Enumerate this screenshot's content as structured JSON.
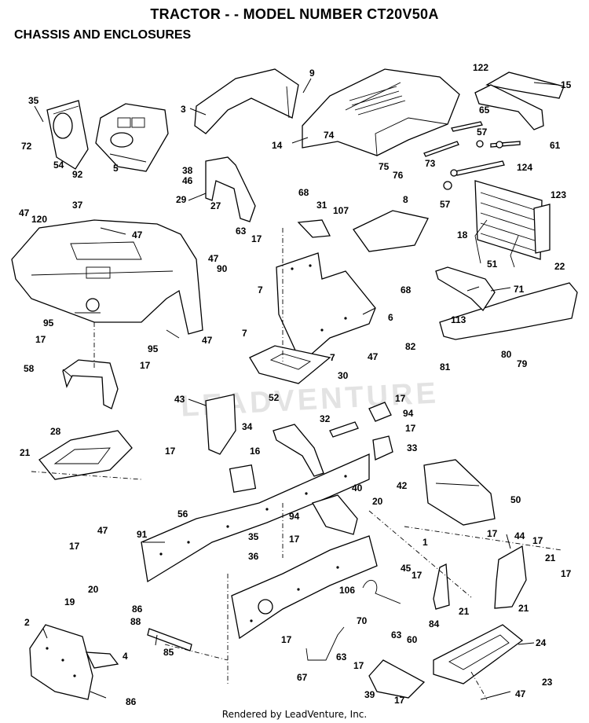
{
  "header": {
    "title": "TRACTOR - - MODEL NUMBER CT20V50A",
    "subtitle": "CHASSIS AND ENCLOSURES"
  },
  "watermark": "LEADVENTURE",
  "footer": "Rendered by LeadVenture, Inc.",
  "callouts": {
    "c35a": "35",
    "c72": "72",
    "c54": "54",
    "c92": "92",
    "c5": "5",
    "c3": "3",
    "c9": "9",
    "c14": "14",
    "c74": "74",
    "c75": "75",
    "c76": "76",
    "c107": "107",
    "c122": "122",
    "c15": "15",
    "c61": "61",
    "c65": "65",
    "c57a": "57",
    "c73": "73",
    "c57b": "57",
    "c124": "124",
    "c123": "123",
    "c18": "18",
    "c38": "38",
    "c46": "46",
    "c29": "29",
    "c27": "27",
    "c63a": "63",
    "c17a": "17",
    "c47a": "47",
    "c120": "120",
    "c37": "37",
    "c47b": "47",
    "c47c": "47",
    "c90": "90",
    "c68a": "68",
    "c31": "31",
    "c8": "8",
    "c68b": "68",
    "c51": "51",
    "c22": "22",
    "c71": "71",
    "c113": "113",
    "c82": "82",
    "c80": "80",
    "c81": "81",
    "c79": "79",
    "c7a": "7",
    "c6": "6",
    "c7b": "7",
    "c7c": "7",
    "c47d": "47",
    "c30": "30",
    "c95a": "95",
    "c17b": "17",
    "c95b": "95",
    "c17c": "17",
    "c47e": "47",
    "c58": "58",
    "c43": "43",
    "c52": "52",
    "c34": "34",
    "c32": "32",
    "c17d": "17",
    "c94a": "94",
    "c17e": "17",
    "c33": "33",
    "c28": "28",
    "c21a": "21",
    "c17f": "17",
    "c47f": "47",
    "c20a": "20",
    "c19": "19",
    "c17g": "17",
    "c56": "56",
    "c16": "16",
    "c91": "91",
    "c40": "40",
    "c20b": "20",
    "c94b": "94",
    "c35b": "35",
    "c17h": "17",
    "c36": "36",
    "c42": "42",
    "c50": "50",
    "c17i": "17",
    "c1": "1",
    "c44": "44",
    "c17j": "17",
    "c21b": "21",
    "c17k": "17",
    "c21c": "21",
    "c45": "45",
    "c17l": "17",
    "c106": "106",
    "c70": "70",
    "c63b": "63",
    "c60": "60",
    "c84": "84",
    "c21d": "21",
    "c86a": "86",
    "c88": "88",
    "c85": "85",
    "c17m": "17",
    "c67": "67",
    "c63c": "63",
    "c17n": "17",
    "c24": "24",
    "c23": "23",
    "c39": "39",
    "c17o": "17",
    "c47g": "47",
    "c2": "2",
    "c4": "4",
    "c86b": "86"
  }
}
